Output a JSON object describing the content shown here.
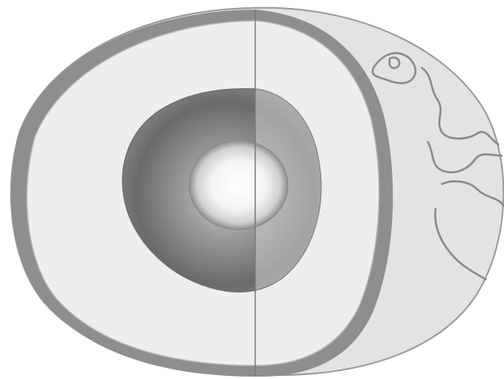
{
  "diagram": {
    "subject": "earth-interior-cutaway",
    "layers": [
      {
        "id": "crust",
        "fill": "#8e8e8e"
      },
      {
        "id": "mantle",
        "fill": "#eeeeee"
      },
      {
        "id": "outer-core",
        "fill": "#7a7a7a"
      },
      {
        "id": "inner-core",
        "fill": "#ffffff"
      }
    ],
    "surface": {
      "fill": "#e6e6e6",
      "continent_outline": "#8a8a8a"
    }
  }
}
